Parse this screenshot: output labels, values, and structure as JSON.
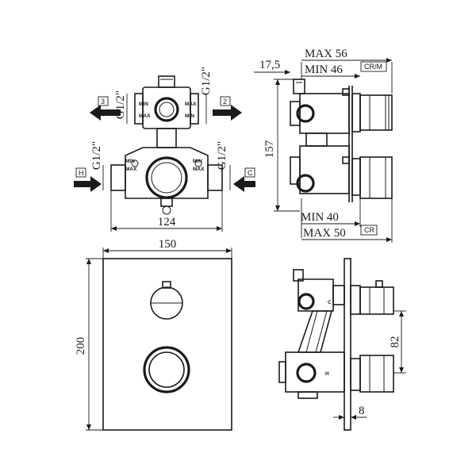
{
  "dimensions": {
    "thread_top_left": "G1/2\"",
    "thread_top_right": "G1/2\"",
    "thread_bottom_left": "G1/2\"",
    "thread_bottom_right": "G1/2\"",
    "width_body": "124",
    "plate_width": "150",
    "plate_height": "200",
    "max_56": "MAX 56",
    "min_46": "MIN 46",
    "offset": "17,5",
    "height_side": "157",
    "min_40": "MIN 40",
    "max_50": "MAX 50",
    "spacing": "82",
    "plate_thickness": "8"
  },
  "labels": {
    "outlet_3": "3",
    "outlet_2": "2",
    "inlet_hot": "H",
    "inlet_cold": "C",
    "min": "MIN",
    "max": "MAX",
    "finish_crm": "CR/M",
    "finish_cr": "CR",
    "side_h": "H",
    "side_c": "C"
  }
}
